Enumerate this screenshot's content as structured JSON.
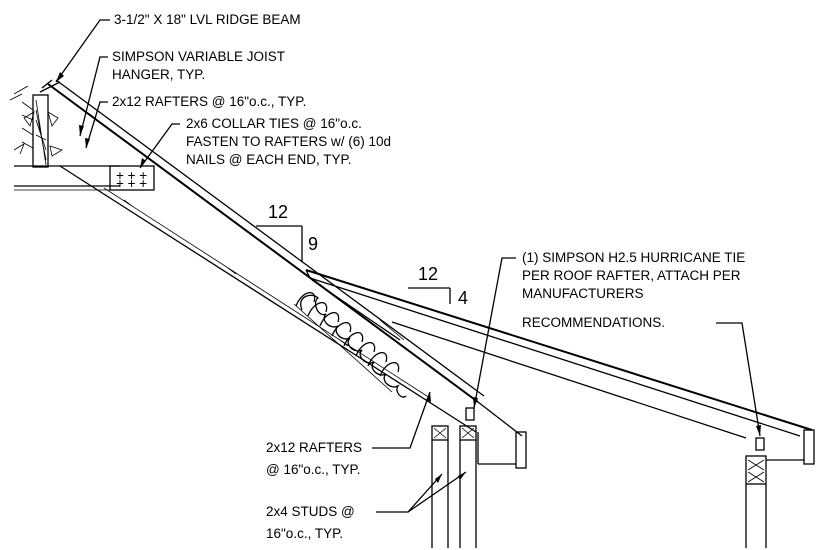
{
  "notes": {
    "ridge_beam": "3-1/2\" X 18\" LVL RIDGE BEAM",
    "joist_hanger_1": "SIMPSON VARIABLE JOIST",
    "joist_hanger_2": "HANGER, TYP.",
    "rafters_top": "2x12 RAFTERS @ 16\"o.c., TYP.",
    "collar_1": "2x6 COLLAR TIES @ 16\"o.c.",
    "collar_2": "FASTEN TO RAFTERS w/ (6) 10d",
    "collar_3": "NAILS @ EACH END, TYP.",
    "hurricane_1": "(1) SIMPSON H2.5 HURRICANE TIE",
    "hurricane_2": "PER ROOF RAFTER, ATTACH PER",
    "hurricane_3": "MANUFACTURERS",
    "hurricane_4": "RECOMMENDATIONS.",
    "rafters_low_1": "2x12 RAFTERS",
    "rafters_low_2": "@ 16\"o.c., TYP.",
    "studs_1": "2x4 STUDS @",
    "studs_2": "16\"o.c., TYP."
  },
  "pitch_main": {
    "run": "12",
    "rise": "9"
  },
  "pitch_shed": {
    "run": "12",
    "rise": "4"
  }
}
